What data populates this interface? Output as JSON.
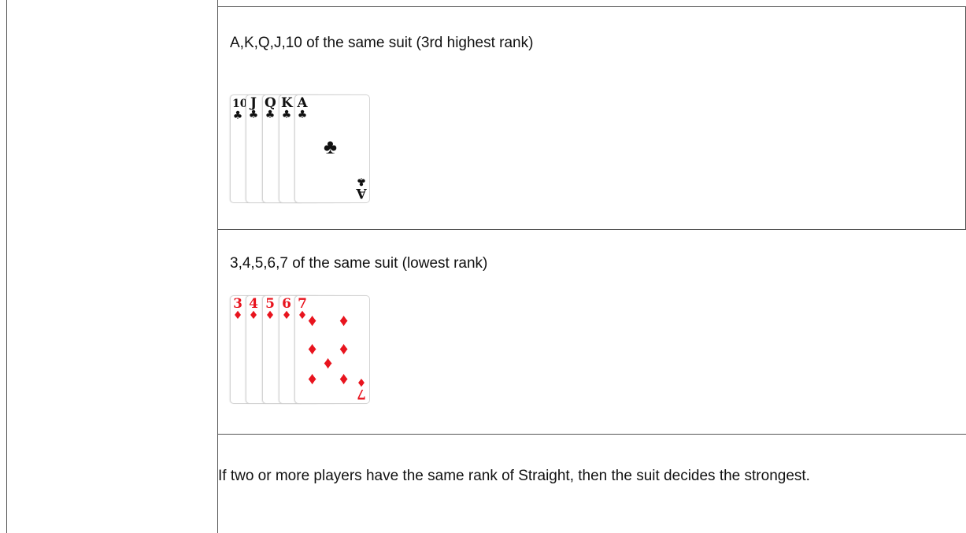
{
  "rows": [
    {
      "text": "A,K,Q,J,10 of the same suit (3rd highest rank)",
      "cards": [
        {
          "rank": "10",
          "suit": "♣"
        },
        {
          "rank": "J",
          "suit": "♣"
        },
        {
          "rank": "Q",
          "suit": "♣"
        },
        {
          "rank": "K",
          "suit": "♣"
        },
        {
          "rank": "A",
          "suit": "♣"
        }
      ]
    },
    {
      "text": "3,4,5,6,7 of the same suit (lowest rank)",
      "cards": [
        {
          "rank": "3",
          "suit": "♦"
        },
        {
          "rank": "4",
          "suit": "♦"
        },
        {
          "rank": "5",
          "suit": "♦"
        },
        {
          "rank": "6",
          "suit": "♦"
        },
        {
          "rank": "7",
          "suit": "♦"
        }
      ]
    }
  ],
  "footer_text": "If two or more players have the same rank of Straight, then the suit decides the strongest.",
  "colors": {
    "club": "#111111",
    "diamond": "#e8141e",
    "border": "#555555"
  }
}
